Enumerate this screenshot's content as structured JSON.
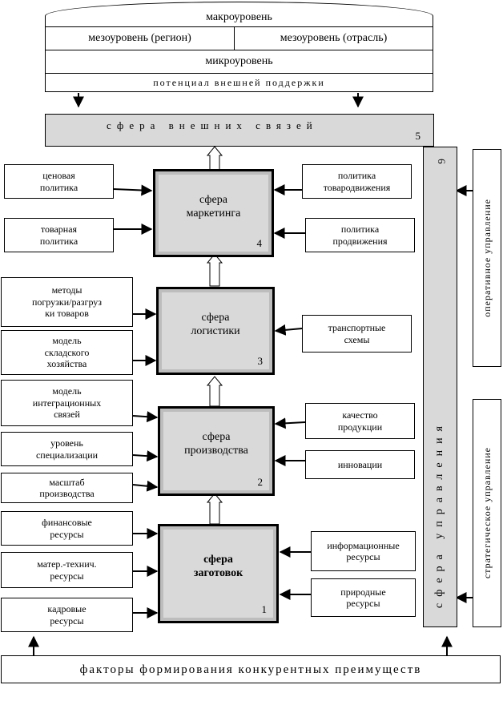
{
  "levels": {
    "macro": "макроуровень",
    "meso_region": "мезоуровень (регион)",
    "meso_industry": "мезоуровень (отрасль)",
    "micro": "микроуровень",
    "support": "потенциал внешней поддержки"
  },
  "external": {
    "label": "сфера внешних связей",
    "number": "5"
  },
  "management": {
    "label": "сфера управления",
    "number": "6"
  },
  "side": {
    "operational": "оперативное управление",
    "strategic": "стратегическое управление"
  },
  "spheres": {
    "marketing": {
      "line1": "сфера",
      "line2": "маркетинга",
      "number": "4"
    },
    "logistics": {
      "line1": "сфера",
      "line2": "логистики",
      "number": "3"
    },
    "production": {
      "line1": "сфера",
      "line2": "производства",
      "number": "2"
    },
    "procurement": {
      "line1": "сфера",
      "line2": "заготовок",
      "number": "1"
    }
  },
  "left": {
    "price_1": "ценовая",
    "price_2": "политика",
    "goods_1": "товарная",
    "goods_2": "политика",
    "loading_1": "методы",
    "loading_2": "погрузки/разгруз",
    "loading_3": "ки товаров",
    "warehouse_1": "модель",
    "warehouse_2": "складского",
    "warehouse_3": "хозяйства",
    "integration_1": "модель",
    "integration_2": "интеграционных",
    "integration_3": "связей",
    "special_1": "уровень",
    "special_2": "специализации",
    "scale_1": "масштаб",
    "scale_2": "производства",
    "finance_1": "финансовые",
    "finance_2": "ресурсы",
    "material_1": "матер.-технич.",
    "material_2": "ресурсы",
    "staff_1": "кадровые",
    "staff_2": "ресурсы"
  },
  "right": {
    "distribution_1": "политика",
    "distribution_2": "товародвижения",
    "promotion_1": "политика",
    "promotion_2": "продвижения",
    "transport_1": "транспортные",
    "transport_2": "схемы",
    "quality_1": "качество",
    "quality_2": "продукции",
    "innovation": "инновации",
    "info_1": "информационные",
    "info_2": "ресурсы",
    "natural_1": "природные",
    "natural_2": "ресурсы"
  },
  "bottom": "факторы формирования конкурентных преимуществ"
}
